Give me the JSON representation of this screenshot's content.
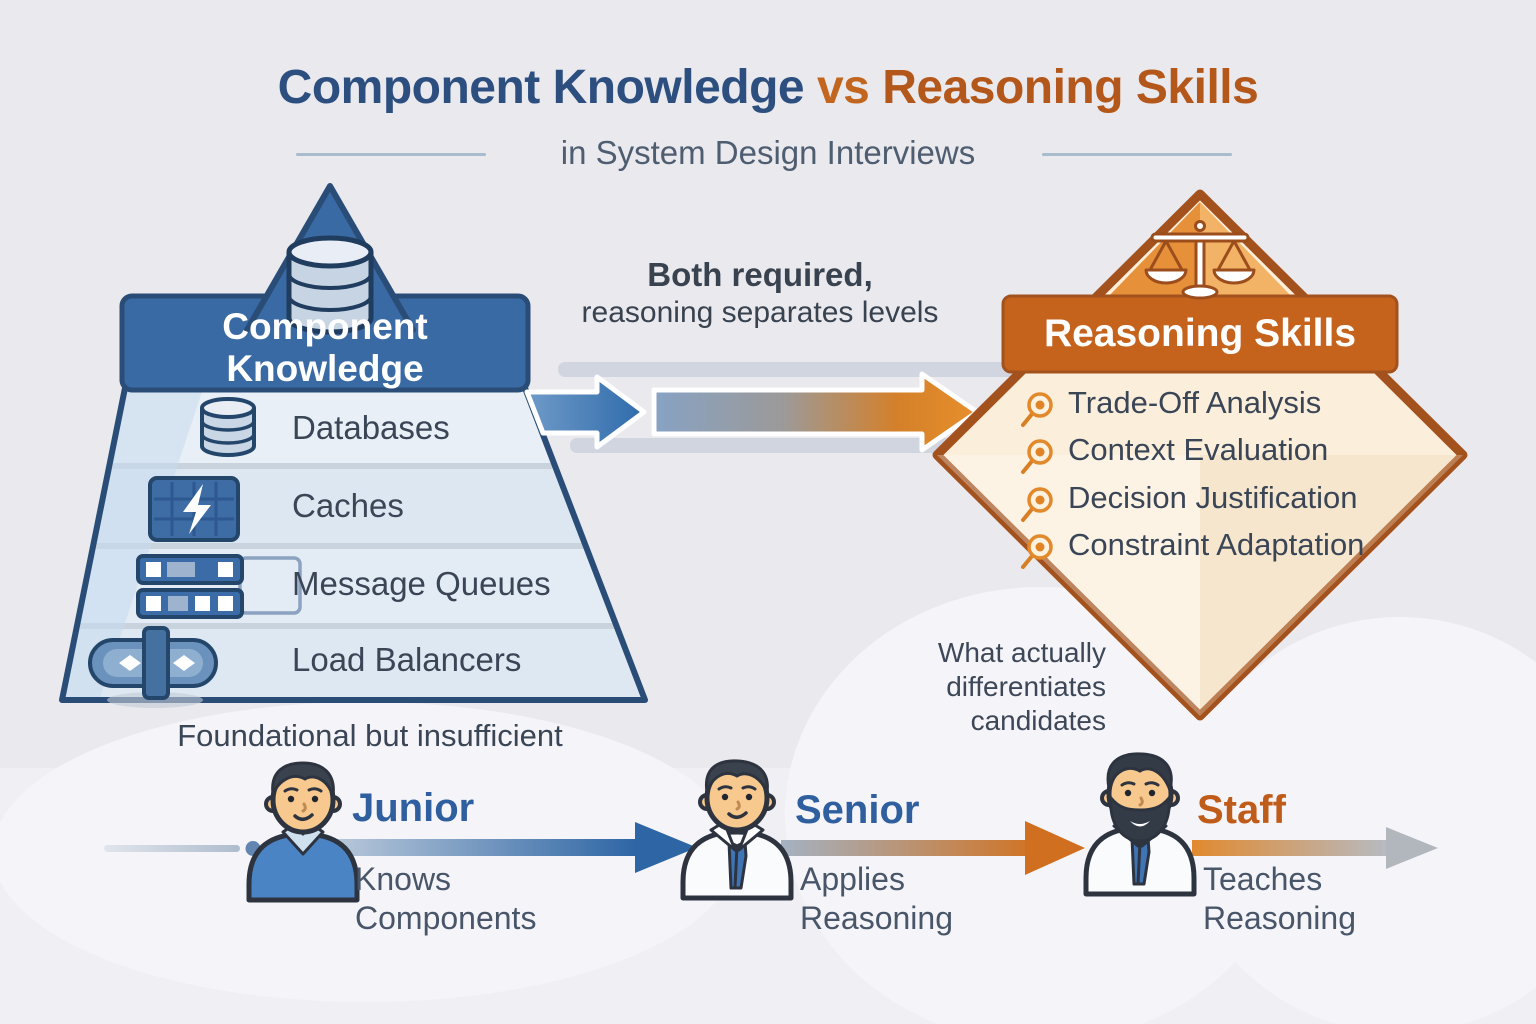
{
  "title": {
    "main_left": "Component Knowledge",
    "vs": "vs",
    "main_right": "Reasoning Skills",
    "subtitle": "in System Design Interviews"
  },
  "component_pyramid": {
    "header": "Component Knowledge",
    "items": [
      {
        "icon": "database-icon",
        "label": "Databases"
      },
      {
        "icon": "cache-icon",
        "label": "Caches"
      },
      {
        "icon": "message-queue-icon",
        "label": "Message Queues"
      },
      {
        "icon": "load-balancer-icon",
        "label": "Load Balancers"
      }
    ],
    "caption": "Foundational but insufficient"
  },
  "bridge": {
    "line1": "Both required,",
    "line2": "reasoning separates levels"
  },
  "reasoning_diamond": {
    "icon": "balance-scale-icon",
    "header": "Reasoning Skills",
    "items": [
      {
        "icon": "magnifier-bullet-icon",
        "label": "Trade-Off Analysis"
      },
      {
        "icon": "magnifier-bullet-icon",
        "label": "Context Evaluation"
      },
      {
        "icon": "magnifier-bullet-icon",
        "label": "Decision Justification"
      },
      {
        "icon": "magnifier-bullet-icon",
        "label": "Constraint Adaptation"
      }
    ],
    "caption": "What actually differentiates candidates"
  },
  "career_ladder": {
    "levels": [
      {
        "name": "Junior",
        "description": "Knows Components"
      },
      {
        "name": "Senior",
        "description": "Applies Reasoning"
      },
      {
        "name": "Staff",
        "description": "Teaches Reasoning"
      }
    ]
  },
  "colors": {
    "background": "#e9e9ee",
    "pyramid_blue": "#3a6aa4",
    "pyramid_border": "#2a4d77",
    "diamond_header_orange": "#c5631d",
    "diamond_border": "#a3511d",
    "diamond_fill": "#fbeeda",
    "accent_orange": "#e2892b",
    "accent_blue": "#2e66a5",
    "title_blue": "#2d4f80",
    "title_orange": "#b4571a",
    "text_dark": "#3a4556"
  }
}
